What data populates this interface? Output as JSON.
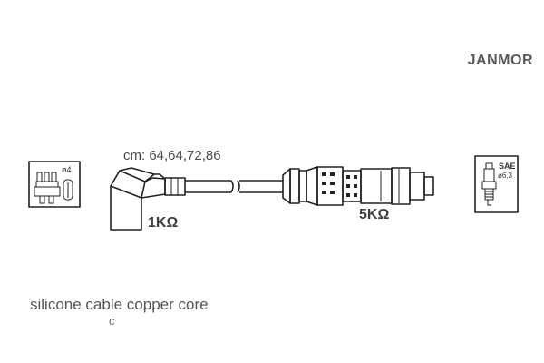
{
  "brand": "JANMOR",
  "cable_lengths": "cm: 64,64,72,86",
  "resistance_plug_side": "1KΩ",
  "resistance_coil_side": "5KΩ",
  "cable_type": "silicone cable copper core",
  "cable_mark": "c",
  "distributor_icon": {
    "icon": "distributor-cap-icon",
    "label": "ø4"
  },
  "spark_plug_icon": {
    "icon": "spark-plug-icon",
    "standard": "SAE",
    "diameter": "ø6,3"
  },
  "colors": {
    "line": "#222222",
    "text": "#555555",
    "background": "#ffffff"
  }
}
